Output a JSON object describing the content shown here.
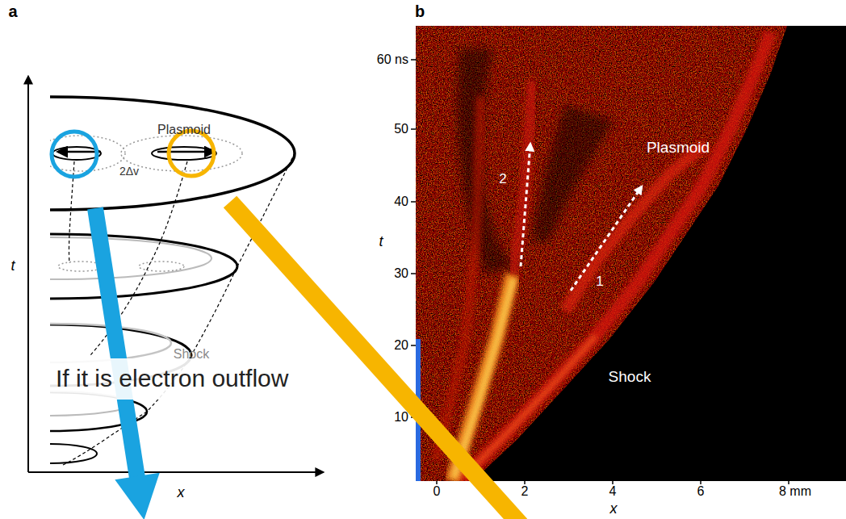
{
  "diagram": {
    "nodes": [
      {
        "text": [
          "If it is electron outflow"
        ]
      }
    ],
    "labels": [
      "a",
      "Plasmoid",
      "2Δv",
      "Shock",
      "t",
      "x",
      "b",
      "60 ns",
      "50",
      "40",
      "30",
      "20",
      "10",
      "t",
      "2",
      "1",
      "Plasmoid",
      "Shock",
      "0",
      "2",
      "4",
      "6",
      "8 mm",
      "x"
    ]
  }
}
